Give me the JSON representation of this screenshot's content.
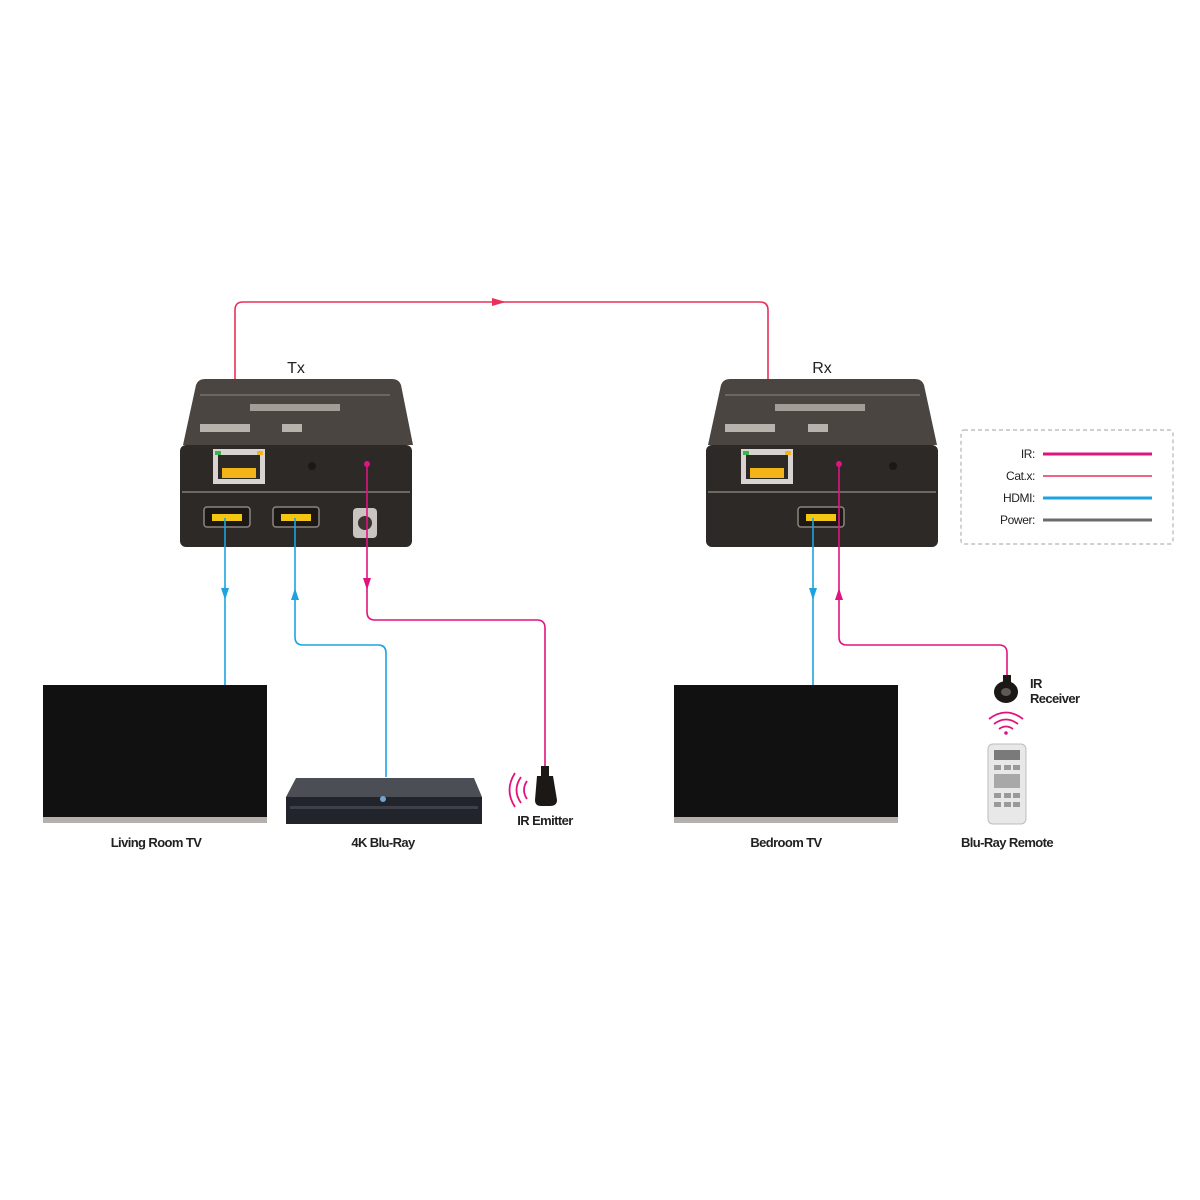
{
  "units": {
    "tx": {
      "title": "Tx"
    },
    "rx": {
      "title": "Rx"
    }
  },
  "devices": {
    "living_room_tv": "Living Room TV",
    "blu_ray_player": "4K Blu-Ray",
    "ir_emitter_line1": "IR Emitter",
    "bedroom_tv": "Bedroom TV",
    "ir_receiver_line1": "IR",
    "ir_receiver_line2": "Receiver",
    "blu_ray_remote": "Blu-Ray Remote"
  },
  "legend": {
    "items": [
      {
        "label": "IR:",
        "color": "#e0147f",
        "line": "solid"
      },
      {
        "label": "Cat.x:",
        "color": "#e8305a",
        "line": "thin"
      },
      {
        "label": "HDMI:",
        "color": "#1ca3e0",
        "line": "solid"
      },
      {
        "label": "Power:",
        "color": "#6b6b6b",
        "line": "solid"
      }
    ]
  },
  "colors": {
    "ir": "#e0147f",
    "catx": "#e8305a",
    "hdmi": "#1ca3e0",
    "power": "#6b6b6b",
    "unit_body": "#2d2926",
    "screen": "#111111"
  }
}
